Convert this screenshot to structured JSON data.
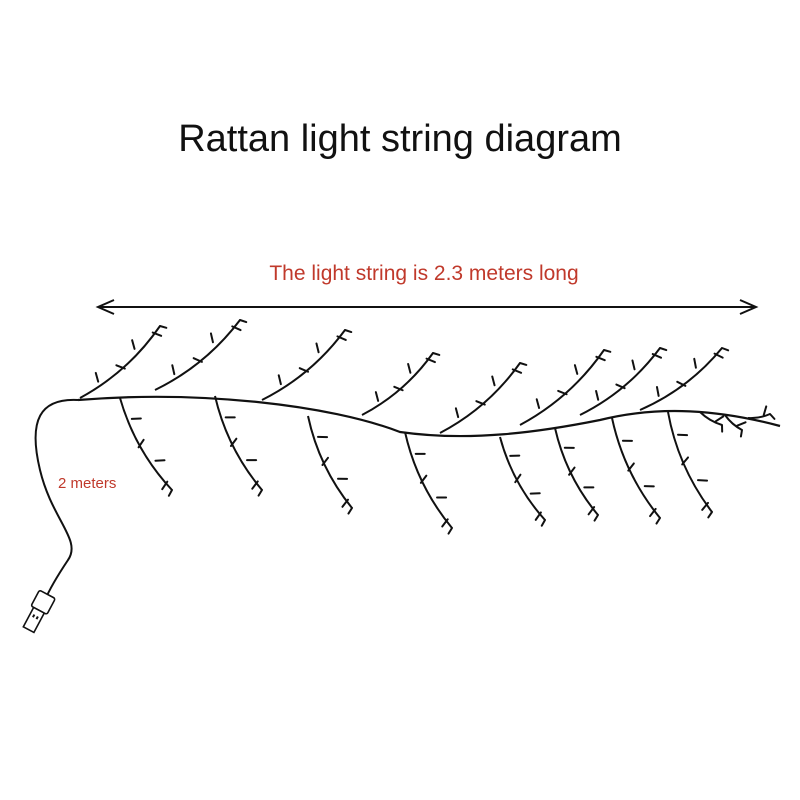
{
  "title": "Rattan light string diagram",
  "length_label": "The light string is 2.3 meters long",
  "cable_label": "2 meters",
  "colors": {
    "text": "#111111",
    "annotation": "#c0392b",
    "line": "#111111"
  },
  "icons": {
    "plug": "usb-plug-icon",
    "arrow": "double-headed-arrow-icon"
  }
}
